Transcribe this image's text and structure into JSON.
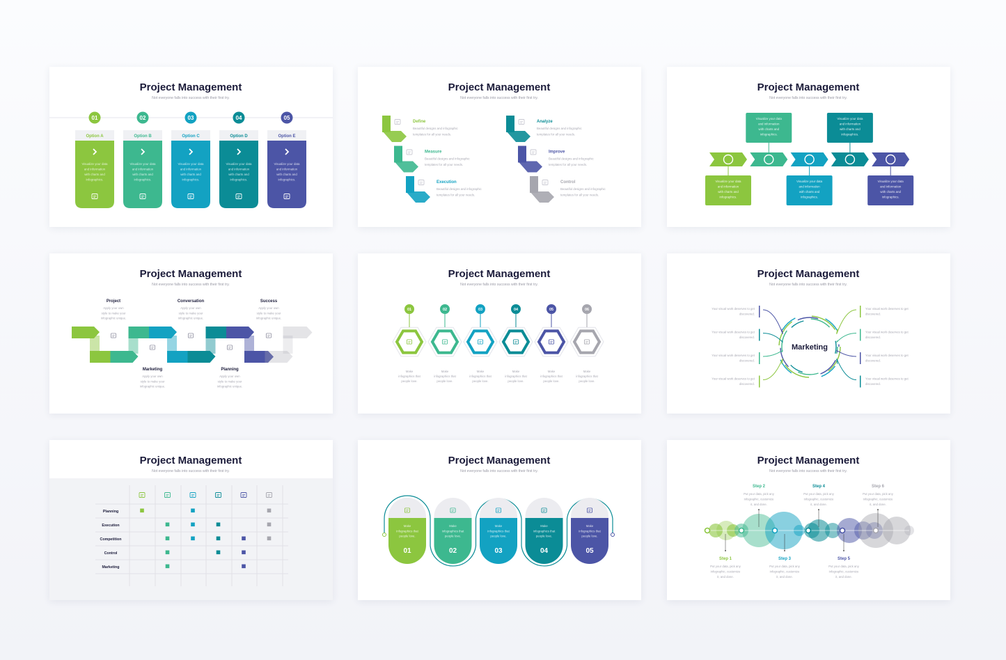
{
  "colors": {
    "green": "#8cc63f",
    "teal_green": "#3db88f",
    "cyan": "#13a2c2",
    "teal": "#0b8c96",
    "indigo": "#4c55a6",
    "gray": "#a6a6ae",
    "title": "#1b1b3a",
    "muted": "#9a9aa6"
  },
  "slides": [
    {
      "type": "options",
      "title": "Project Management",
      "subtitle": "Not everyone falls into success with their first try.",
      "items": [
        {
          "num": "01",
          "label": "Option A",
          "text": [
            "Visualize your data",
            "and information",
            "with charts and",
            "infographics."
          ],
          "icon": "chat-icon"
        },
        {
          "num": "02",
          "label": "Option B",
          "text": [
            "Visualize your data",
            "and information",
            "with charts and",
            "infographics."
          ],
          "icon": "laptop-icon"
        },
        {
          "num": "03",
          "label": "Option C",
          "text": [
            "Visualize your data",
            "and information",
            "with charts and",
            "infographics."
          ],
          "icon": "plug-icon"
        },
        {
          "num": "04",
          "label": "Option D",
          "text": [
            "Visualize your data",
            "and information",
            "with charts and",
            "infographics."
          ],
          "icon": "clipboard-icon"
        },
        {
          "num": "05",
          "label": "Option E",
          "text": [
            "Visualize your data",
            "and information",
            "with charts and",
            "infographics."
          ],
          "icon": "coins-icon"
        }
      ]
    },
    {
      "type": "steps",
      "title": "Project Management",
      "subtitle": "Not everyone falls into success with their first try.",
      "items": [
        {
          "label": "Define",
          "text": [
            "Beautiful designs and infographic",
            "templates for all your needs."
          ],
          "icon": "id-card-icon"
        },
        {
          "label": "Measure",
          "text": [
            "Beautiful designs and infographic",
            "templates for all your needs."
          ],
          "icon": "bar-chart-icon"
        },
        {
          "label": "Execution",
          "text": [
            "Beautiful designs and infographic",
            "templates for all your needs."
          ],
          "icon": "calendar-clock-icon"
        },
        {
          "label": "Analyze",
          "text": [
            "Beautiful designs and infographic",
            "templates for all your needs."
          ],
          "icon": "bank-icon"
        },
        {
          "label": "Improve",
          "text": [
            "Beautiful designs and infographic",
            "templates for all your needs."
          ],
          "icon": "clipboard-icon"
        },
        {
          "label": "Control",
          "text": [
            "Beautiful designs and infographic",
            "templates for all your needs."
          ],
          "icon": "scales-icon"
        }
      ]
    },
    {
      "type": "chevrons",
      "title": "Project Management",
      "subtitle": "Not everyone falls into success with their first try.",
      "items": [
        {
          "text": [
            "Visualize your data",
            "and information",
            "with charts and",
            "infographics."
          ]
        },
        {
          "text": [
            "Visualize your data",
            "and information",
            "with charts and",
            "infographics."
          ]
        },
        {
          "text": [
            "Visualize your data",
            "and information",
            "with charts and",
            "infographics."
          ]
        },
        {
          "text": [
            "Visualize your data",
            "and information",
            "with charts and",
            "infographics."
          ]
        },
        {
          "text": [
            "Visualize your data",
            "and information",
            "with charts and",
            "infographics."
          ]
        }
      ]
    },
    {
      "type": "snake",
      "title": "Project Management",
      "subtitle": "Not everyone falls into success with their first try.",
      "items": [
        {
          "label": "Project",
          "text": [
            "Apply your own",
            "style to make your",
            "infographic unique."
          ],
          "icon": "money-chat-icon"
        },
        {
          "label": "Marketing",
          "text": [
            "Apply your own",
            "style to make your",
            "infographic unique."
          ],
          "icon": "monitor-chart-icon"
        },
        {
          "label": "Conversation",
          "text": [
            "Apply your own",
            "style to make your",
            "infographic unique."
          ],
          "icon": "mail-icon"
        },
        {
          "label": "Planning",
          "text": [
            "Apply your own",
            "style to make your",
            "infographic unique."
          ],
          "icon": "calendar-icon"
        },
        {
          "label": "Success",
          "text": [
            "Apply your own",
            "style to make your",
            "infographic unique."
          ],
          "icon": "briefcase-clock-icon"
        }
      ]
    },
    {
      "type": "hexagons",
      "title": "Project Management",
      "subtitle": "Not everyone falls into success with their first try.",
      "items": [
        {
          "num": "01",
          "text": [
            "Make",
            "infographics that",
            "people love."
          ],
          "icon": "user-icon"
        },
        {
          "num": "02",
          "text": [
            "Make",
            "infographics that",
            "people love."
          ],
          "icon": "calendar-icon"
        },
        {
          "num": "03",
          "text": [
            "Make",
            "infographics that",
            "people love."
          ],
          "icon": "plug-icon"
        },
        {
          "num": "04",
          "text": [
            "Make",
            "infographics that",
            "people love."
          ],
          "icon": "pie-chart-icon"
        },
        {
          "num": "05",
          "text": [
            "Make",
            "infographics that",
            "people love."
          ],
          "icon": "document-icon"
        },
        {
          "num": "06",
          "text": [
            "Make",
            "infographics that",
            "people love."
          ],
          "icon": "mail-icon"
        }
      ]
    },
    {
      "type": "mindmap",
      "title": "Project Management",
      "subtitle": "Not everyone falls into success with their first try.",
      "center": "Marketing",
      "left": [
        {
          "text": [
            "Your visual work deserves to get",
            "discovered."
          ]
        },
        {
          "text": [
            "Your visual work deserves to get",
            "discovered."
          ]
        },
        {
          "text": [
            "Your visual work deserves to get",
            "discovered."
          ]
        },
        {
          "text": [
            "Your visual work deserves to get",
            "discovered."
          ]
        }
      ],
      "right": [
        {
          "text": [
            "Your visual work deserves to get",
            "discovered."
          ]
        },
        {
          "text": [
            "Your visual work deserves to get",
            "discovered."
          ]
        },
        {
          "text": [
            "Your visual work deserves to get",
            "discovered."
          ]
        },
        {
          "text": [
            "Your visual work deserves to get",
            "discovered."
          ]
        }
      ]
    },
    {
      "type": "matrix",
      "title": "Project Management",
      "subtitle": "Not everyone falls into success with their first try.",
      "columns": [
        "bank-icon",
        "target-icon",
        "calendar-icon",
        "globe-icon",
        "briefcase-icon",
        "org-chart-icon"
      ],
      "rows": [
        {
          "label": "Planning",
          "marks": [
            true,
            false,
            true,
            false,
            false,
            true
          ]
        },
        {
          "label": "Execution",
          "marks": [
            false,
            true,
            true,
            true,
            false,
            true
          ]
        },
        {
          "label": "Competition",
          "marks": [
            false,
            true,
            true,
            true,
            true,
            true
          ]
        },
        {
          "label": "Control",
          "marks": [
            false,
            true,
            false,
            true,
            true,
            false
          ]
        },
        {
          "label": "Marketing",
          "marks": [
            false,
            true,
            false,
            false,
            true,
            false
          ]
        }
      ]
    },
    {
      "type": "capsules",
      "title": "Project Management",
      "subtitle": "Not everyone falls into success with their first try.",
      "items": [
        {
          "num": "01",
          "text": [
            "Make",
            "infographics that",
            "people love."
          ],
          "icon": "chat-icon"
        },
        {
          "num": "02",
          "text": [
            "Make",
            "infographics that",
            "people love."
          ],
          "icon": "laptop-icon"
        },
        {
          "num": "03",
          "text": [
            "Make",
            "infographics that",
            "people love."
          ],
          "icon": "plug-icon"
        },
        {
          "num": "04",
          "text": [
            "Make",
            "infographics that",
            "people love."
          ],
          "icon": "clipboard-icon"
        },
        {
          "num": "05",
          "text": [
            "Make",
            "infographics that",
            "people love."
          ],
          "icon": "coins-icon"
        }
      ]
    },
    {
      "type": "bubbles",
      "title": "Project Management",
      "subtitle": "Not everyone falls into success with their first try.",
      "items": [
        {
          "label": "Step 1",
          "text": [
            "Put your data, pick any",
            "infographic, customize",
            "it, and done."
          ]
        },
        {
          "label": "Step 2",
          "text": [
            "Put your data, pick any",
            "infographic, customize",
            "it, and done."
          ]
        },
        {
          "label": "Step 3",
          "text": [
            "Put your data, pick any",
            "infographic, customize",
            "it, and done."
          ]
        },
        {
          "label": "Step 4",
          "text": [
            "Put your data, pick any",
            "infographic, customize",
            "it, and done."
          ]
        },
        {
          "label": "Step 5",
          "text": [
            "Put your data, pick any",
            "infographic, customize",
            "it, and done."
          ]
        },
        {
          "label": "Step 6",
          "text": [
            "Put your data, pick any",
            "infographic, customize",
            "it, and done."
          ]
        }
      ]
    }
  ]
}
